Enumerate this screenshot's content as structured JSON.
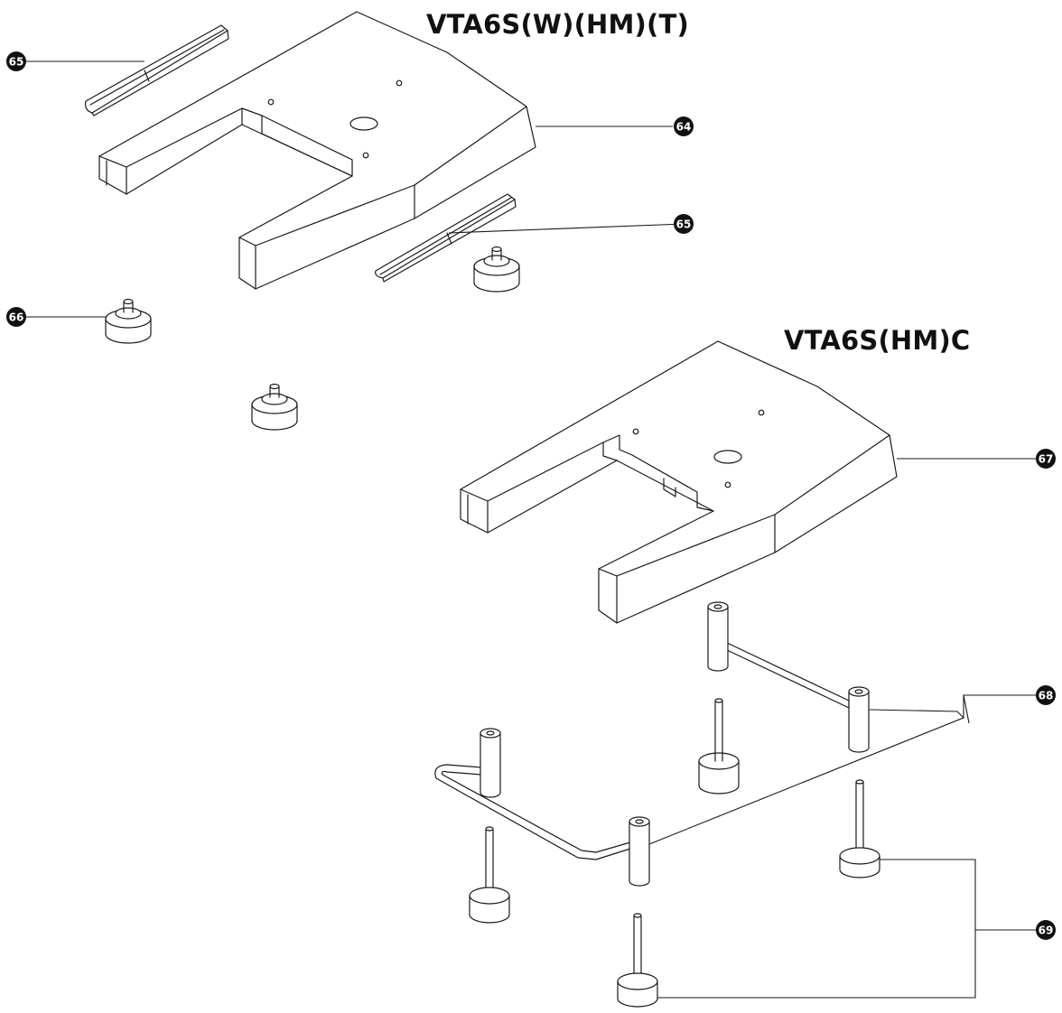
{
  "titles": {
    "top": "VTA6S(W)(HM)(T)",
    "bottom": "VTA6S(HM)C"
  },
  "callouts": {
    "c65a": "65",
    "c64": "64",
    "c65b": "65",
    "c66": "66",
    "c67": "67",
    "c68": "68",
    "c69": "69"
  },
  "colors": {
    "line": "#1a1a1a",
    "callout_fill": "#111111",
    "part_fill": "#ffffff"
  }
}
